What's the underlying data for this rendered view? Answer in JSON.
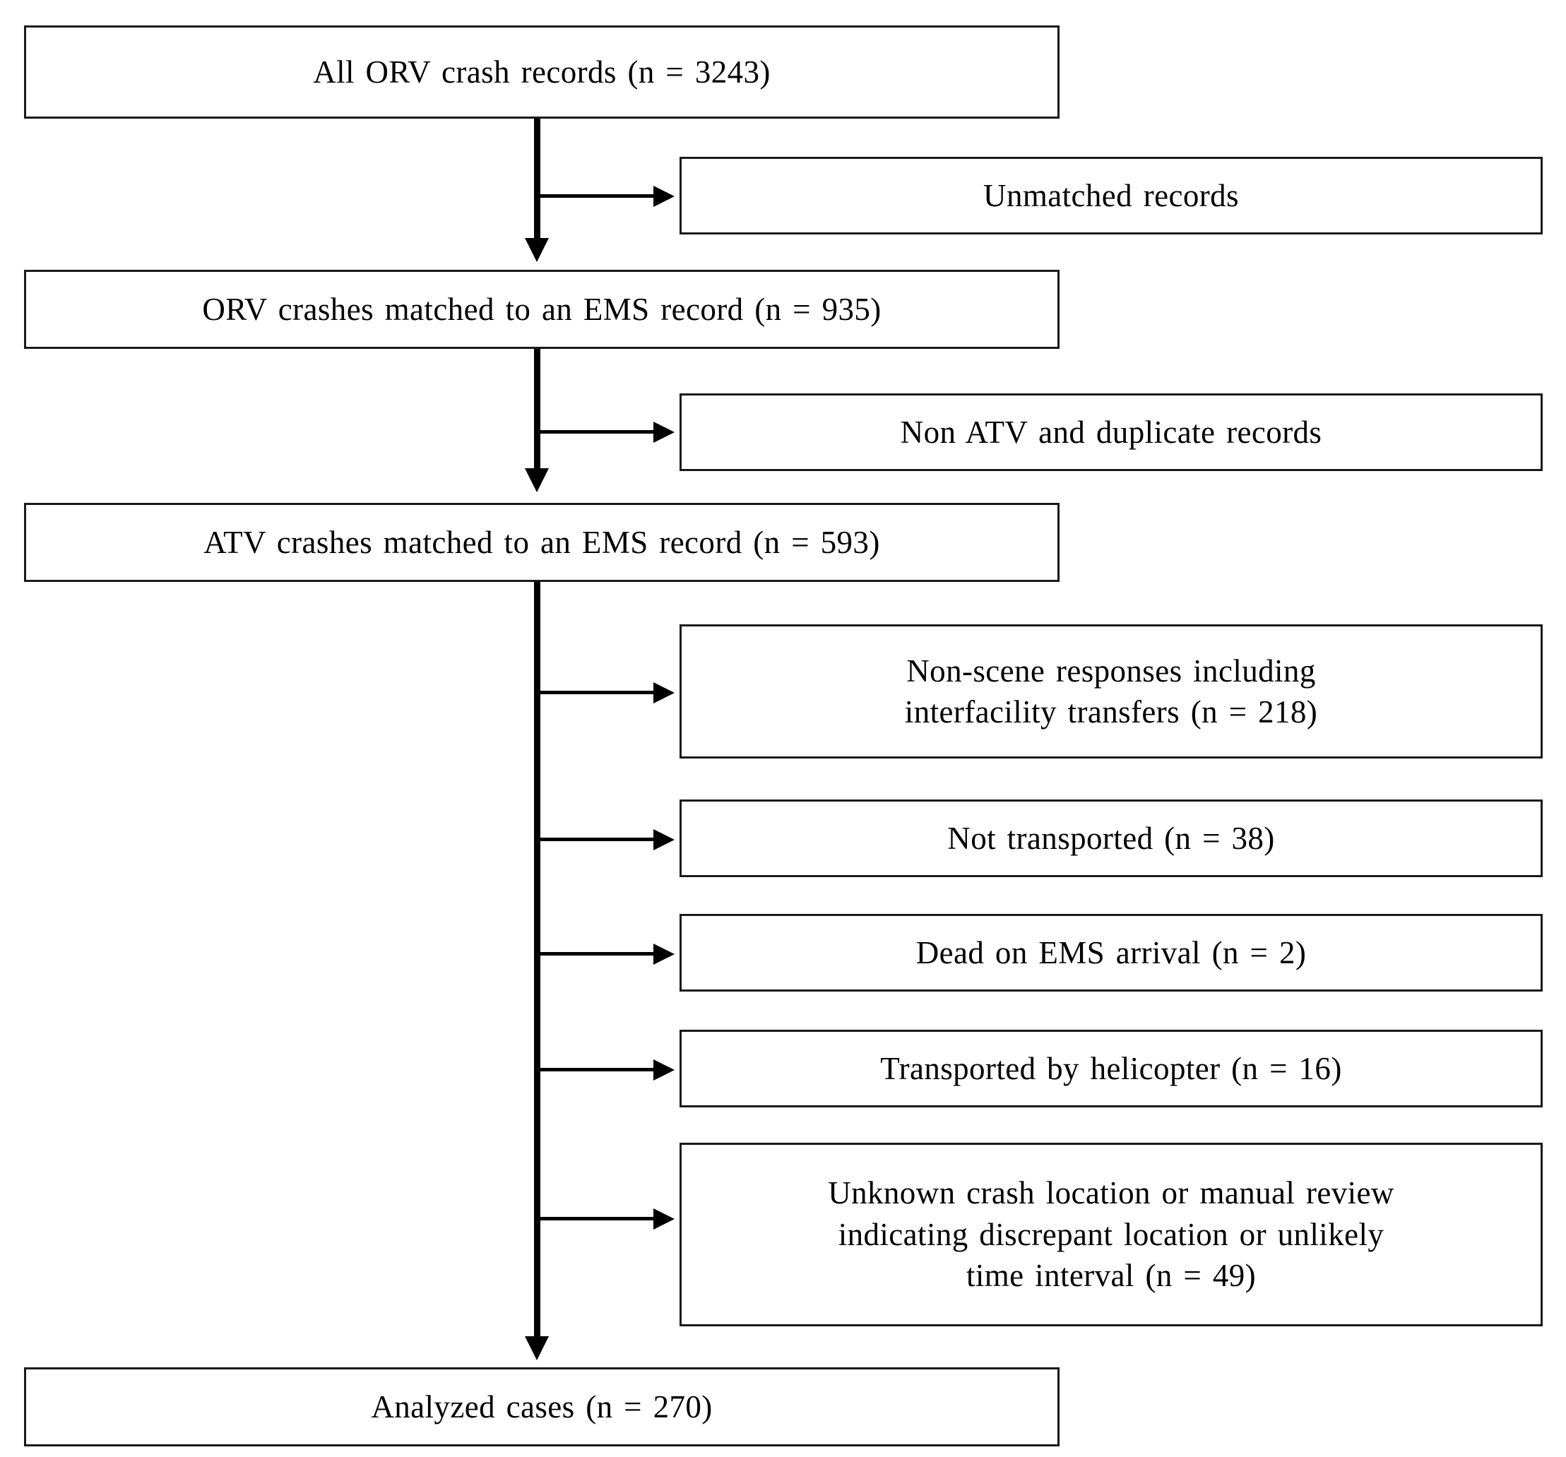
{
  "figure": {
    "type": "flowchart",
    "description": "Study sample selection flow diagram for ORV/ATV crash records matched to EMS records",
    "orientation": "top-to-bottom",
    "colors": {
      "background": "#ffffff",
      "box_border": "#1a1a1a",
      "connector": "#000000",
      "text": "#000000"
    }
  },
  "main_flow": [
    {
      "id": "all-orv-crash-records",
      "label": "All  ORV crash records  (n = 3243)",
      "n": 3243
    },
    {
      "id": "orv-crashes-matched-ems",
      "label": "ORV crashes  matched  to an EMS record (n = 935)",
      "n": 935
    },
    {
      "id": "atv-crashes-matched-ems",
      "label": "ATV crashes  matched  to an EMS record (n = 593)",
      "n": 593
    },
    {
      "id": "analyzed-cases",
      "label": "Analyzed  cases (n = 270)",
      "n": 270
    }
  ],
  "exclusions": [
    {
      "id": "unmatched-records",
      "lines": [
        "Unmatched  records"
      ],
      "n": null
    },
    {
      "id": "non-atv-duplicate-records",
      "lines": [
        "Non ATV and duplicate  records"
      ],
      "n": null
    },
    {
      "id": "non-scene-responses",
      "lines": [
        "Non-scene  responses  including",
        "interfacility  transfers  (n = 218)"
      ],
      "n": 218
    },
    {
      "id": "not-transported",
      "lines": [
        "Not transported  (n = 38)"
      ],
      "n": 38
    },
    {
      "id": "dead-on-ems-arrival",
      "lines": [
        "Dead on EMS arrival  (n = 2)"
      ],
      "n": 2
    },
    {
      "id": "transported-by-helicopter",
      "lines": [
        "Transported  by helicopter  (n = 16)"
      ],
      "n": 16
    },
    {
      "id": "unknown-crash-location",
      "lines": [
        "Unknown  crash location  or manual review",
        "indicating  discrepant  location  or unlikely",
        "time interval  (n = 49)"
      ],
      "n": 49
    }
  ]
}
